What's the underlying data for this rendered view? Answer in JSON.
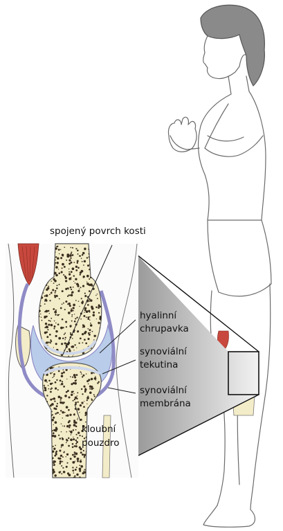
{
  "labels": {
    "joined_surface": "spojený povrch kosti",
    "hyaline_1": "hyalinní",
    "hyaline_2": "chrupavka",
    "synovial_fluid_1": "synoviální",
    "synovial_fluid_2": "tekutina",
    "synovial_membrane_1": "synoviální",
    "synovial_membrane_2": "membrána",
    "capsule_1": "kloubní",
    "capsule_2": "pouzdro"
  },
  "colors": {
    "bone": "#f3ecc8",
    "marrow_dots": "#3a2f20",
    "cartilage_fluid": "#b9cdea",
    "membrane": "#8f8bc6",
    "muscle": "#c8483d",
    "callout": "#c9c9c9",
    "outline": "#555555",
    "figure_line": "#6a6a6a"
  }
}
